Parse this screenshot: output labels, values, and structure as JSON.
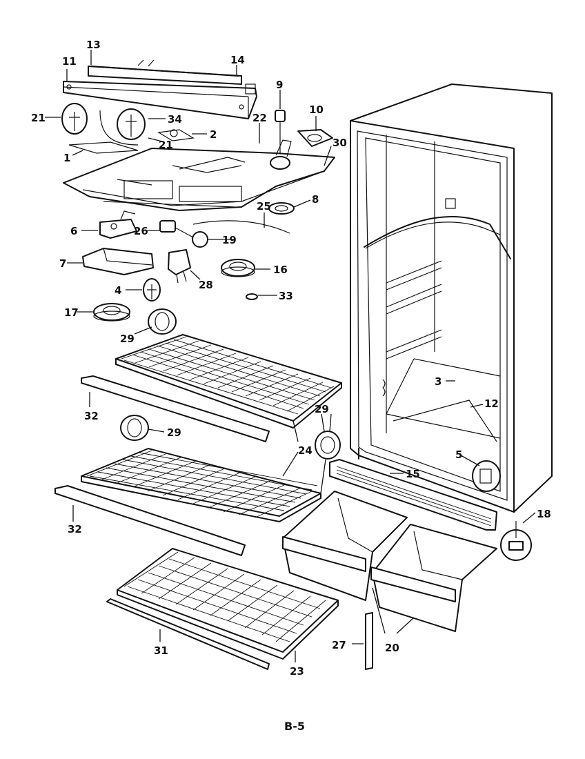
{
  "page": {
    "label": "B-5",
    "colors": {
      "ink": "#111111",
      "paper": "#ffffff"
    }
  },
  "callouts": {
    "c1": "1",
    "c2": "2",
    "c3": "3",
    "c4": "4",
    "c5": "5",
    "c6": "6",
    "c7": "7",
    "c8": "8",
    "c9": "9",
    "c10": "10",
    "c11": "11",
    "c12": "12",
    "c13": "13",
    "c14": "14",
    "c15": "15",
    "c16": "16",
    "c17": "17",
    "c18": "18",
    "c19": "19",
    "c20": "20",
    "c21a": "21",
    "c21b": "21",
    "c22": "22",
    "c23": "23",
    "c24": "24",
    "c25": "25",
    "c26": "26",
    "c27": "27",
    "c28": "28",
    "c29a": "29",
    "c29b": "29",
    "c29c": "29",
    "c30": "30",
    "c31": "31",
    "c32a": "32",
    "c32b": "32",
    "c33": "33",
    "c34": "34"
  }
}
